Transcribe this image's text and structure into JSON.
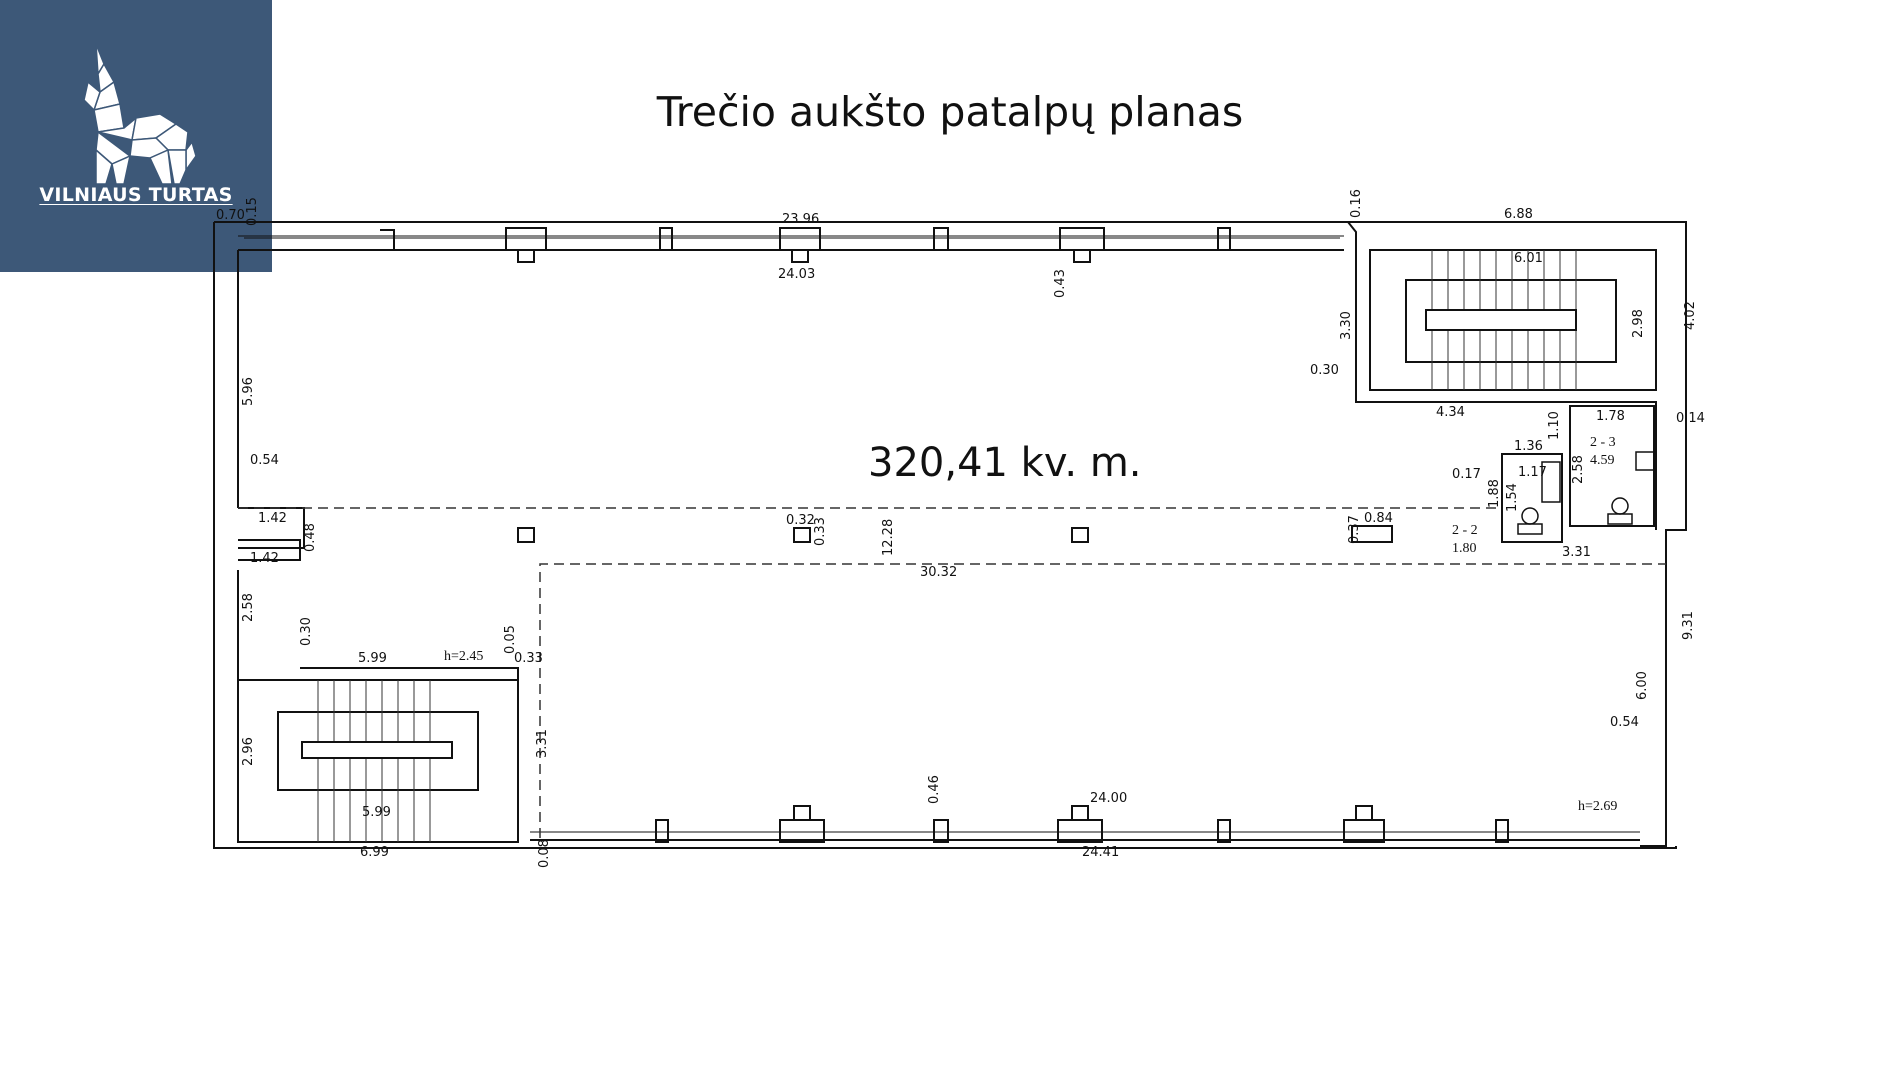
{
  "header": {
    "logo_text": "VILNIAUS TURTAS",
    "logo_icon": "wolf-icon",
    "title": "Trečio aukšto patalpų planas"
  },
  "plan": {
    "area_label": "320,41 kv. m.",
    "dimensions": [
      {
        "id": "d1",
        "text": "23.96"
      },
      {
        "id": "d2",
        "text": "24.03"
      },
      {
        "id": "d3",
        "text": "0.43"
      },
      {
        "id": "d4",
        "text": "0.16"
      },
      {
        "id": "d5",
        "text": "6.88"
      },
      {
        "id": "d6",
        "text": "6.01"
      },
      {
        "id": "d7",
        "text": "4.02"
      },
      {
        "id": "d8",
        "text": "2.98"
      },
      {
        "id": "d9",
        "text": "3.30"
      },
      {
        "id": "d10",
        "text": "0.30"
      },
      {
        "id": "d11",
        "text": "4.34"
      },
      {
        "id": "d12",
        "text": "1.78"
      },
      {
        "id": "d13",
        "text": "0.14"
      },
      {
        "id": "d14",
        "text": "1.10"
      },
      {
        "id": "d15",
        "text": "1.36"
      },
      {
        "id": "d16",
        "text": "2 - 3"
      },
      {
        "id": "d17",
        "text": "4.59"
      },
      {
        "id": "d18",
        "text": "1.17"
      },
      {
        "id": "d19",
        "text": "2.58"
      },
      {
        "id": "d20",
        "text": "0.17"
      },
      {
        "id": "d21",
        "text": "1.88"
      },
      {
        "id": "d22",
        "text": "1.54"
      },
      {
        "id": "d23",
        "text": "2 - 2"
      },
      {
        "id": "d24",
        "text": "1.80"
      },
      {
        "id": "d25",
        "text": "3.31"
      },
      {
        "id": "d26",
        "text": "0.37"
      },
      {
        "id": "d27",
        "text": "0.84"
      },
      {
        "id": "d28",
        "text": "0.70"
      },
      {
        "id": "d29",
        "text": "0.15"
      },
      {
        "id": "d30",
        "text": "5.96"
      },
      {
        "id": "d31",
        "text": "0.54"
      },
      {
        "id": "d32",
        "text": "1.42"
      },
      {
        "id": "d33",
        "text": "0.48"
      },
      {
        "id": "d34",
        "text": "1.42"
      },
      {
        "id": "d35",
        "text": "0.32"
      },
      {
        "id": "d36",
        "text": "0.33"
      },
      {
        "id": "d37",
        "text": "12.28"
      },
      {
        "id": "d38",
        "text": "30.32"
      },
      {
        "id": "d39",
        "text": "2.58"
      },
      {
        "id": "d40",
        "text": "0.30"
      },
      {
        "id": "d41",
        "text": "5.99"
      },
      {
        "id": "d42",
        "text": "h=2.45"
      },
      {
        "id": "d43",
        "text": "0.05"
      },
      {
        "id": "d44",
        "text": "0.33"
      },
      {
        "id": "d45",
        "text": "2.96"
      },
      {
        "id": "d46",
        "text": "5.99"
      },
      {
        "id": "d47",
        "text": "3.31"
      },
      {
        "id": "d48",
        "text": "6.99"
      },
      {
        "id": "d49",
        "text": "0.08"
      },
      {
        "id": "d50",
        "text": "0.46"
      },
      {
        "id": "d51",
        "text": "24.00"
      },
      {
        "id": "d52",
        "text": "24.41"
      },
      {
        "id": "d53",
        "text": "9.31"
      },
      {
        "id": "d54",
        "text": "6.00"
      },
      {
        "id": "d55",
        "text": "0.54"
      },
      {
        "id": "d56",
        "text": "h=2.69"
      }
    ]
  }
}
